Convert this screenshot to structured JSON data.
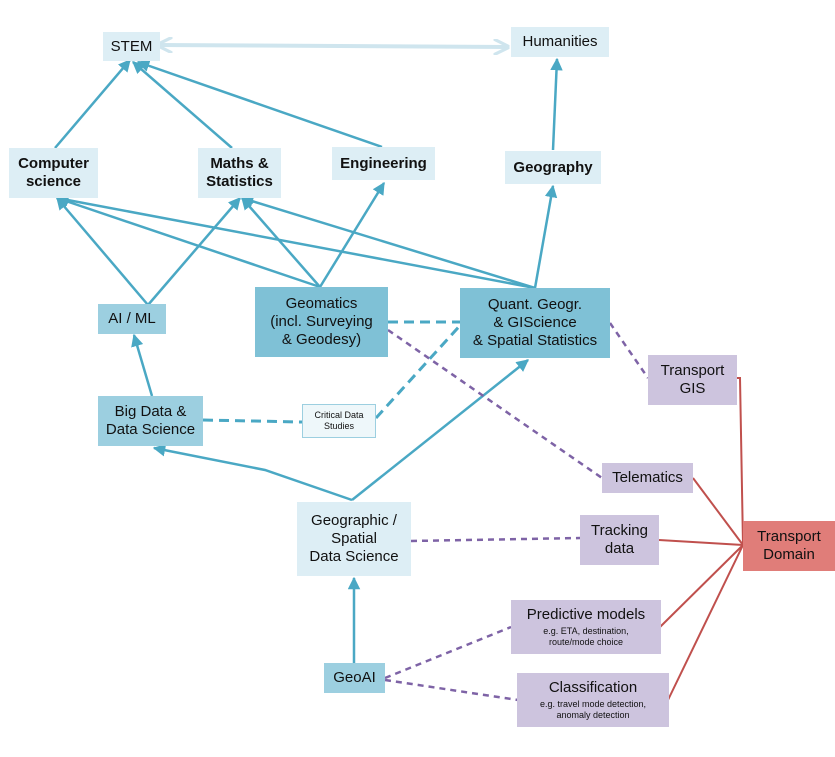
{
  "nodes": {
    "stem": "STEM",
    "humanities": "Humanities",
    "computer_science": "Computer\nscience",
    "maths_statistics": "Maths &\nStatistics",
    "engineering": "Engineering",
    "geography": "Geography",
    "ai_ml": "AI / ML",
    "geomatics": "Geomatics\n(incl. Surveying\n& Geodesy)",
    "quant_geogr": "Quant. Geogr.\n& GIScience\n& Spatial Statistics",
    "transport_gis": "Transport\nGIS",
    "big_data": "Big Data &\nData Science",
    "critical_data_studies": "Critical Data\nStudies",
    "telematics": "Telematics",
    "geographic_data_science": "Geographic /\nSpatial\nData Science",
    "tracking_data": "Tracking\ndata",
    "transport_domain": "Transport\nDomain",
    "predictive_models": "Predictive models",
    "predictive_models_sub": "e.g. ETA, destination,\nroute/mode choice",
    "geoai": "GeoAI",
    "classification": "Classification",
    "classification_sub": "e.g. travel mode detection,\nanomaly detection"
  },
  "colors": {
    "teal_edge": "#4aa8c4",
    "pale_edge": "#cfe5ee",
    "purple_dashed": "#7e63a6",
    "red_edge": "#c0504d",
    "pale_node": "#ddeef5",
    "teal_node": "#9ccfe0",
    "purple_node": "#cdc4de",
    "red_node": "#e07d79"
  }
}
